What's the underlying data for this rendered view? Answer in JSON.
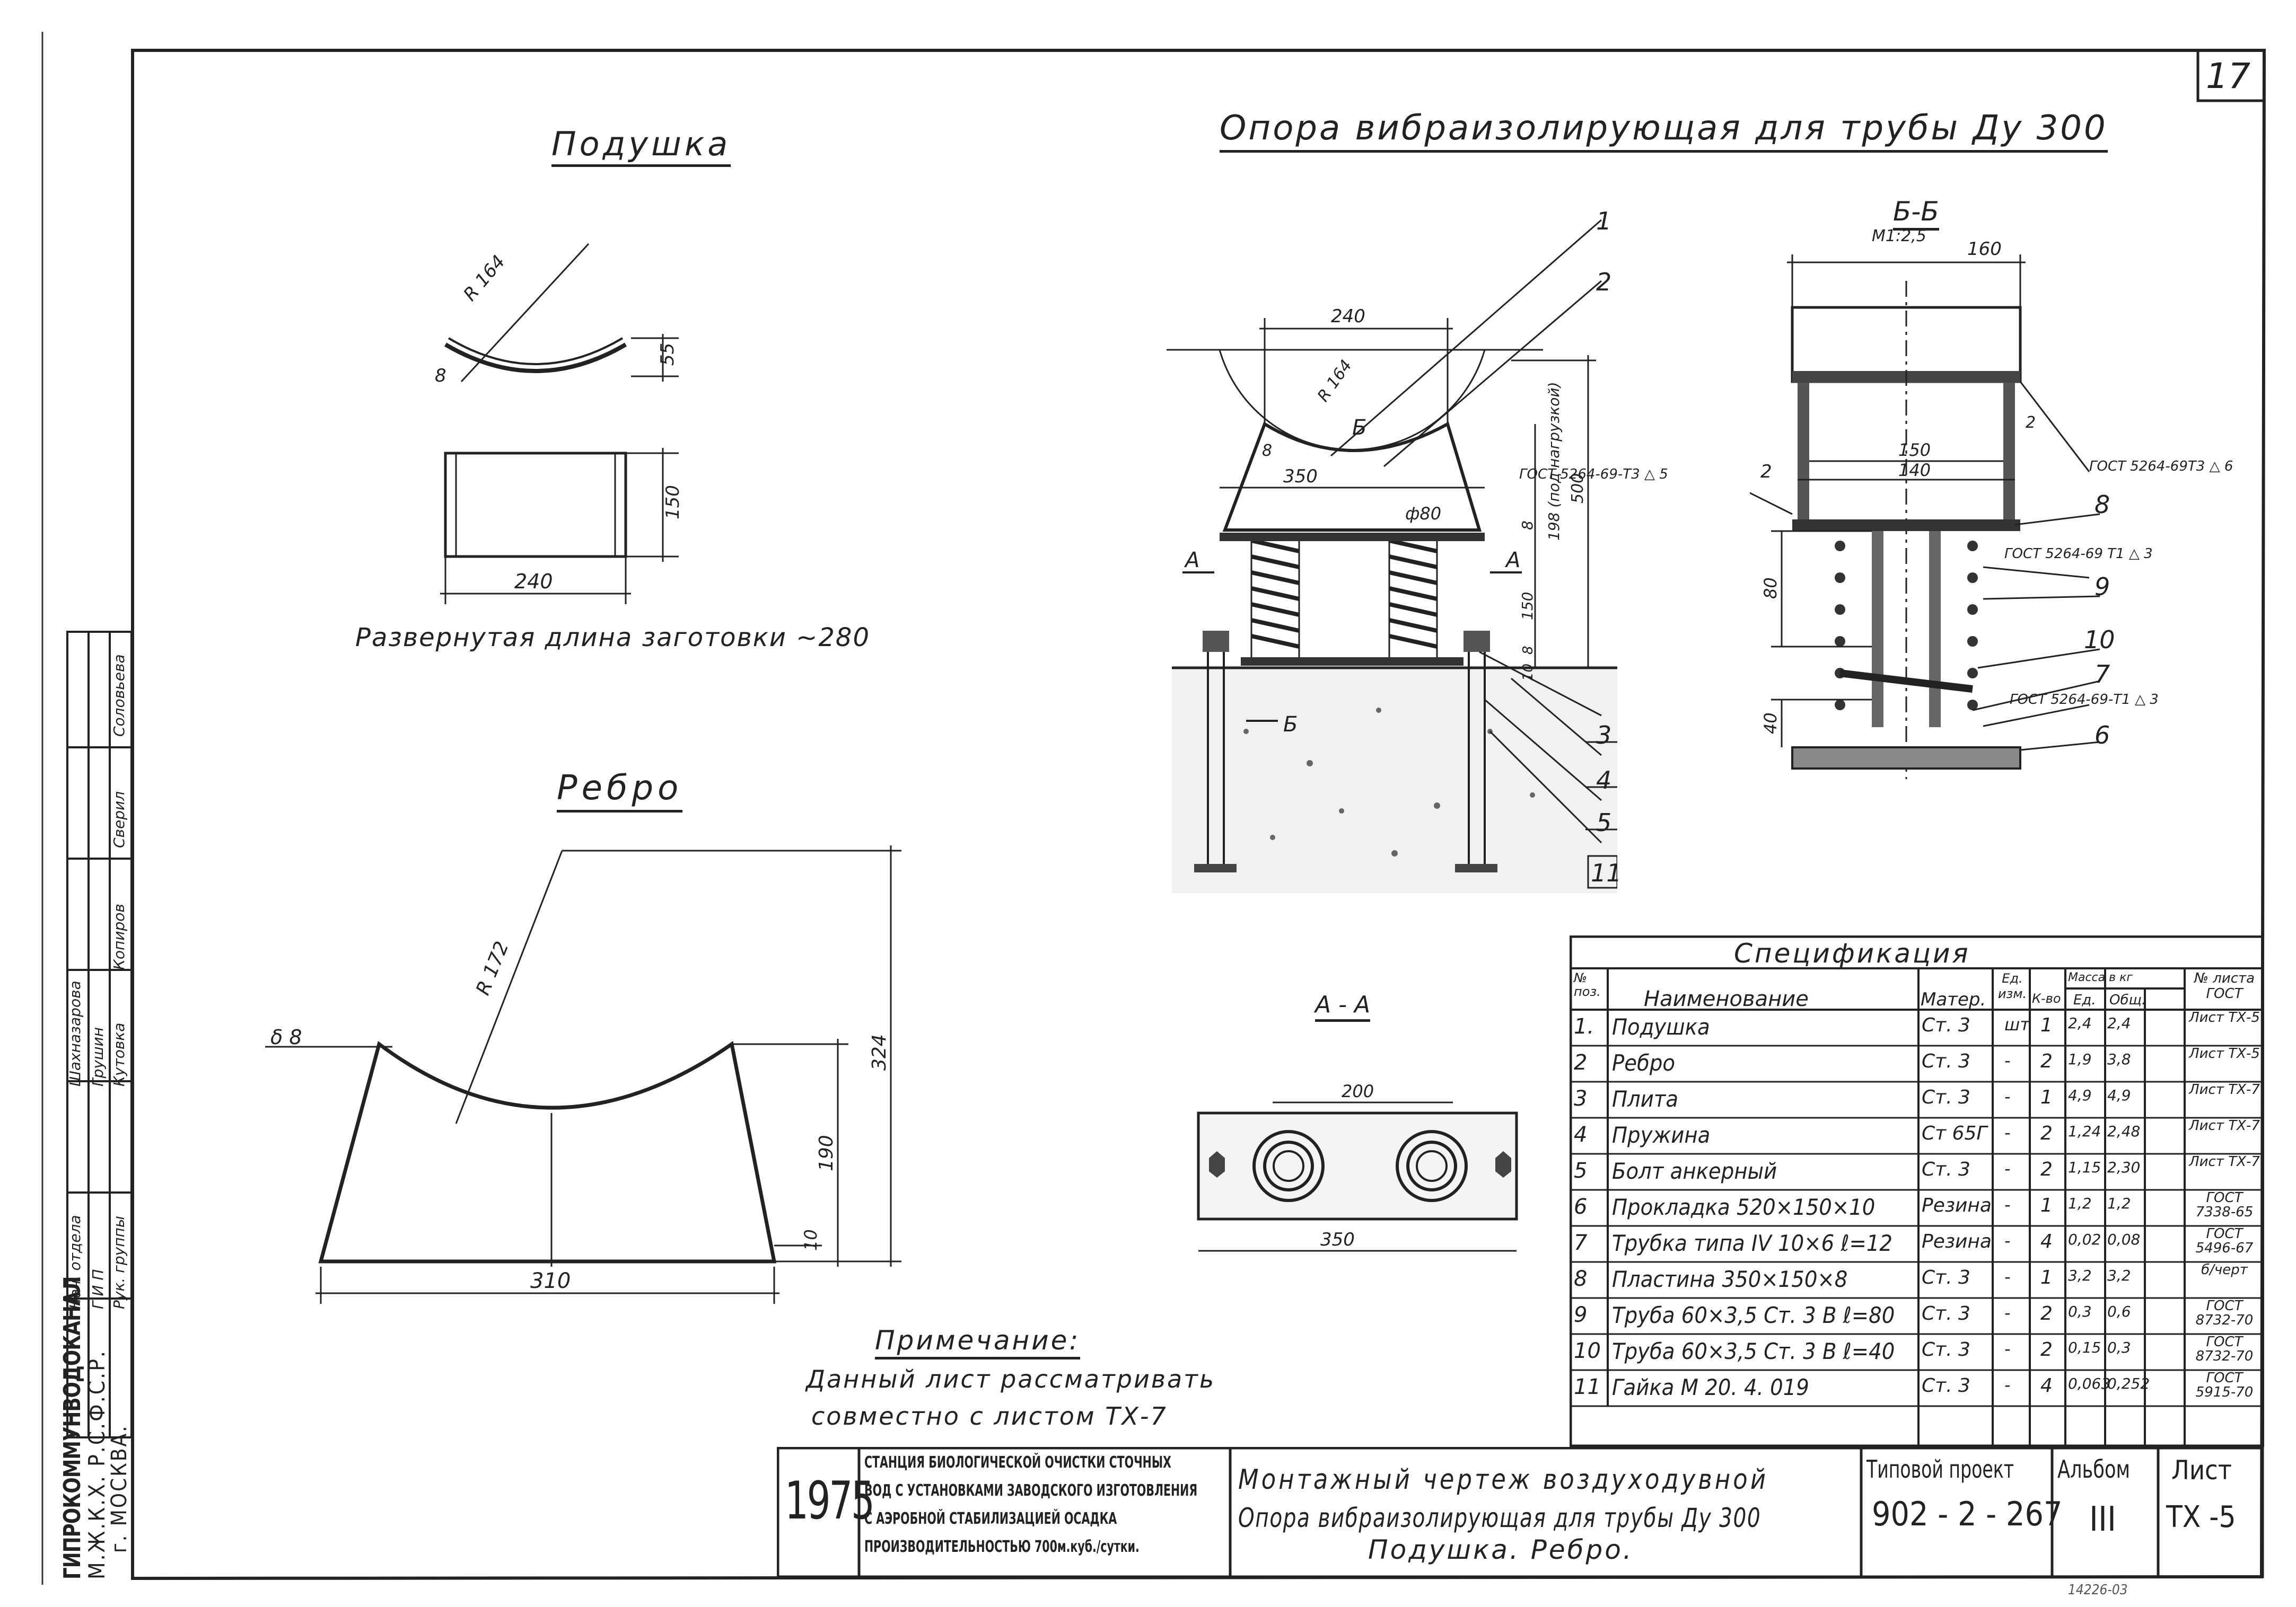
{
  "sheet": {
    "number": "17",
    "title": "Опора вибраизолирующая для трубы Ду 300"
  },
  "cushion": {
    "title": "Подушка",
    "radius": "R 164",
    "thickness": "8",
    "height": "55",
    "width": "150",
    "length": "240",
    "note": "Развернутая длина заготовки ~280"
  },
  "rib": {
    "title": "Ребро",
    "thickness": "δ 8",
    "radius": "R 172",
    "height_total": "324",
    "height_side": "190",
    "height_bottom": "10",
    "width": "310"
  },
  "assembly": {
    "width_top": "240",
    "radius": "R 164",
    "width_plate": "350",
    "thickness": "8",
    "section_mark": "Б",
    "spring_diameter": "ф80",
    "height_total": "500",
    "height_under_load": "198 (под нагрузкой)",
    "spring_height": "150",
    "plate_thickness": "8",
    "pad_thickness": "10",
    "section_a": "А",
    "callouts": [
      "1",
      "2",
      "3",
      "4",
      "5",
      "11"
    ]
  },
  "section_bb": {
    "title": "Б-Б",
    "scale": "М1:2,5",
    "width": "160",
    "inner_1": "150",
    "inner_2": "140",
    "gost_weld_left": "ГОСТ 5264-69-Т3 △ 5",
    "gost_weld_right": "ГОСТ 5264-69Т3 △ 6",
    "gost_weld_mid": "ГОСТ 5264-69 Т1 △ 3",
    "gost_weld_low": "ГОСТ 5264-69-Т1 △ 3",
    "dim_80": "80",
    "dim_40": "40",
    "callouts": [
      "8",
      "9",
      "10",
      "7",
      "6"
    ],
    "weld_callout": "2"
  },
  "section_aa": {
    "title": "А - А",
    "dim_top": "200",
    "dim_bottom": "350"
  },
  "specification": {
    "title": "Спецификация",
    "headers": {
      "pos": "№ поз.",
      "name": "Наименование",
      "mat": "Матер.",
      "unit": "Ед. изм.",
      "qty": "К-во",
      "mass": "Масса в кг",
      "mass_unit": "Ед.",
      "mass_total": "Общ.",
      "ref": "№ листа ГОСТ"
    },
    "rows": [
      {
        "pos": "1.",
        "name": "Подушка",
        "mat": "Ст. 3",
        "unit": "шт",
        "qty": "1",
        "m1": "2,4",
        "m2": "2,4",
        "ref": "Лист ТХ-5"
      },
      {
        "pos": "2",
        "name": "Ребро",
        "mat": "Ст. 3",
        "unit": "-",
        "qty": "2",
        "m1": "1,9",
        "m2": "3,8",
        "ref": "Лист ТХ-5"
      },
      {
        "pos": "3",
        "name": "Плита",
        "mat": "Ст. 3",
        "unit": "-",
        "qty": "1",
        "m1": "4,9",
        "m2": "4,9",
        "ref": "Лист ТХ-7"
      },
      {
        "pos": "4",
        "name": "Пружина",
        "mat": "Ст 65Г",
        "unit": "-",
        "qty": "2",
        "m1": "1,24",
        "m2": "2,48",
        "ref": "Лист ТХ-7"
      },
      {
        "pos": "5",
        "name": "Болт анкерный",
        "mat": "Ст. 3",
        "unit": "-",
        "qty": "2",
        "m1": "1,15",
        "m2": "2,30",
        "ref": "Лист ТХ-7"
      },
      {
        "pos": "6",
        "name": "Прокладка 520×150×10",
        "mat": "Резина",
        "unit": "-",
        "qty": "1",
        "m1": "1,2",
        "m2": "1,2",
        "ref": "ГОСТ 7338-65"
      },
      {
        "pos": "7",
        "name": "Трубка типа IV 10×6 ℓ=12",
        "mat": "Резина",
        "unit": "-",
        "qty": "4",
        "m1": "0,02",
        "m2": "0,08",
        "ref": "ГОСТ 5496-67"
      },
      {
        "pos": "8",
        "name": "Пластина 350×150×8",
        "mat": "Ст. 3",
        "unit": "-",
        "qty": "1",
        "m1": "3,2",
        "m2": "3,2",
        "ref": "б/черт"
      },
      {
        "pos": "9",
        "name": "Труба 60×3,5 Ст. 3 В ℓ=80",
        "mat": "Ст. 3",
        "unit": "-",
        "qty": "2",
        "m1": "0,3",
        "m2": "0,6",
        "ref": "ГОСТ 8732-70"
      },
      {
        "pos": "10",
        "name": "Труба 60×3,5 Ст. 3 В ℓ=40",
        "mat": "Ст. 3",
        "unit": "-",
        "qty": "2",
        "m1": "0,15",
        "m2": "0,3",
        "ref": "ГОСТ 8732-70"
      },
      {
        "pos": "11",
        "name": "Гайка М 20. 4. 019",
        "mat": "Ст. 3",
        "unit": "-",
        "qty": "4",
        "m1": "0,063",
        "m2": "0,252",
        "ref": "ГОСТ 5915-70"
      }
    ]
  },
  "note": {
    "title": "Примечание:",
    "line1": "Данный лист рассматривать",
    "line2": "совместно с листом ТХ-7"
  },
  "title_block": {
    "year": "1975",
    "station_lines": [
      "СТАНЦИЯ БИОЛОГИЧЕСКОЙ ОЧИСТКИ СТОЧНЫХ",
      "ВОД С УСТАНОВКАМИ ЗАВОДСКОГО ИЗГОТОВЛЕНИЯ",
      "С АЭРОБНОЙ СТАБИЛИЗАЦИЕЙ ОСАДКА",
      "ПРОИЗВОДИТЕЛЬНОСТЬЮ 700м.куб./сутки."
    ],
    "drawing_line1": "Монтажный чертеж воздуходувной",
    "drawing_line2": "Опора вибраизолирующая для трубы Ду 300",
    "drawing_line3": "Подушка. Ребро.",
    "project_label": "Типовой проект",
    "project_number": "902 - 2 - 267",
    "album_label": "Альбом",
    "album_number": "III",
    "sheet_label": "Лист",
    "sheet_number": "ТХ -5"
  },
  "side_stamp": {
    "org": "ГИПРОКОММУНВОДОКАНАЛ",
    "ministry": "М.Ж.К.Х. Р.С.Ф.С.Р.",
    "city": "г. МОСКВА.",
    "roles": [
      "Нач. отдела",
      "Г И П",
      "Рук. группы"
    ],
    "names": [
      "Шахназарова",
      "Грушин",
      "Кутовка"
    ],
    "approvals": [
      "Копиров",
      "Сверил",
      "Соловьева"
    ]
  },
  "footer_code": "14226-03"
}
